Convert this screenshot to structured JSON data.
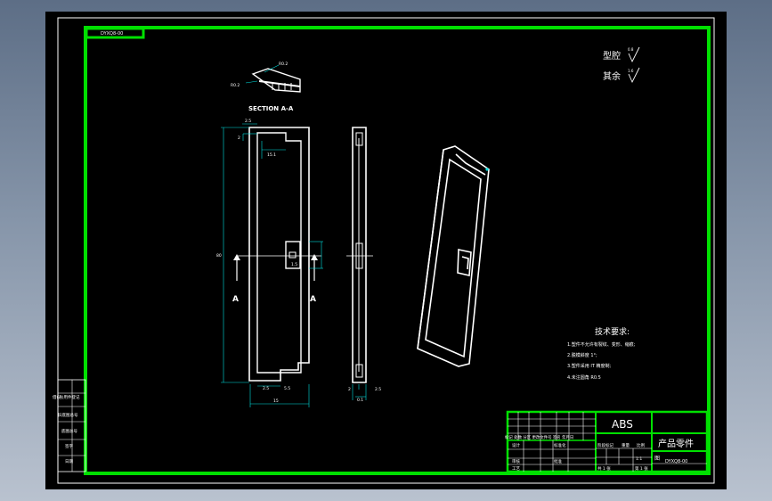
{
  "drawing": {
    "code_tab": "DYXQ8-00",
    "surface_finish": {
      "cavity_label": "型腔",
      "cavity_value": "0.8",
      "other_label": "其余",
      "other_value": "1.6"
    },
    "section_label": "SECTION A-A",
    "section_marker": "A",
    "detail_callouts": {
      "radius_top": "R0.2",
      "radius_left": "R0.2"
    },
    "dimensions": {
      "front_top_a": "2.5",
      "front_top_b": "2",
      "front_top_c": "15.1",
      "front_height": "80",
      "front_mid": "1.5",
      "front_bottom_a": "2.5",
      "front_bottom_b": "5.5",
      "front_width": "15",
      "side_bottom_a": "2",
      "side_bottom_b": "2.5",
      "side_width": "0.1"
    },
    "tech_requirements": {
      "title": "技术要求:",
      "items": [
        "1.塑件不允许有裂纹、变形、缩痕;",
        "2.脱模斜度 1°;",
        "3.塑件采用 IT 精度制;",
        "4.未注圆角 R0.5"
      ]
    },
    "title_block": {
      "material": "ABS",
      "part_name": "产品零件",
      "drawing_no": "DYXQ8-00",
      "header_row": "标记 处数 分区 更改文件号 签名 年月日",
      "design_label": "设计",
      "standard_label": "标准化",
      "review_label": "审核",
      "process_label": "工艺",
      "approve_label": "批准",
      "stage_label": "阶段标记",
      "weight_label": "重量",
      "scale_label": "比例",
      "scale_value": "1:1",
      "sheet_total": "共 1 张",
      "sheet_no": "第 1 张",
      "drawing_label": "图"
    },
    "side_strip": {
      "labels": [
        "借(通)用件登记",
        "旧底图总号",
        "底图总号",
        "签字",
        "日期"
      ]
    }
  }
}
